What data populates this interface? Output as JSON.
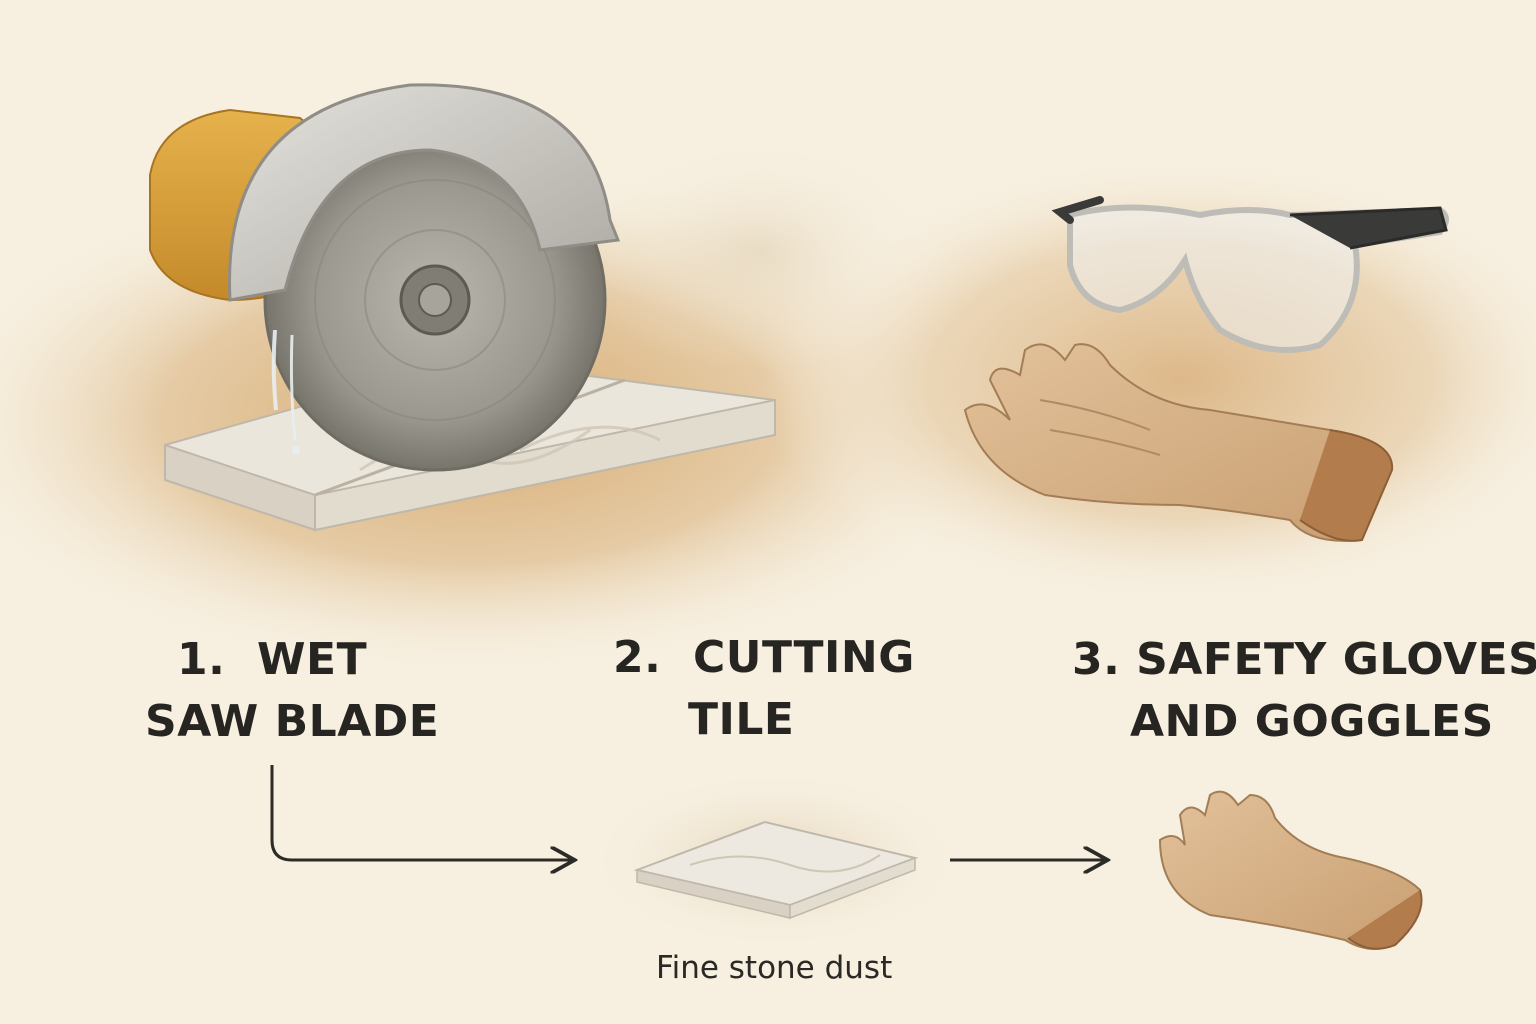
{
  "steps": [
    {
      "number": "1.",
      "line1": "WET",
      "line2": "SAW BLADE"
    },
    {
      "number": "2.",
      "line1": "CUTTING",
      "line2": "TILE"
    },
    {
      "number": "3.",
      "line1": "SAFETY GLOVES",
      "line2": "AND GOGGLES"
    }
  ],
  "caption": "Fine stone dust",
  "icons": {
    "saw": "wet-saw-icon",
    "tile": "tile-icon",
    "goggles": "safety-goggles-icon",
    "glove": "glove-icon",
    "arrow": "arrow-right-icon"
  },
  "colors": {
    "background": "#f7f0e1",
    "wood": "#d9b07a",
    "motor": "#d9a23c",
    "guard": "#cfcdc7",
    "blade": "#9a9890",
    "marble": "#ece8df",
    "glove": "#d8b48c",
    "frame": "#c9c9c4",
    "temple": "#3a3a38",
    "text": "#262522",
    "line": "#2c2b28"
  }
}
